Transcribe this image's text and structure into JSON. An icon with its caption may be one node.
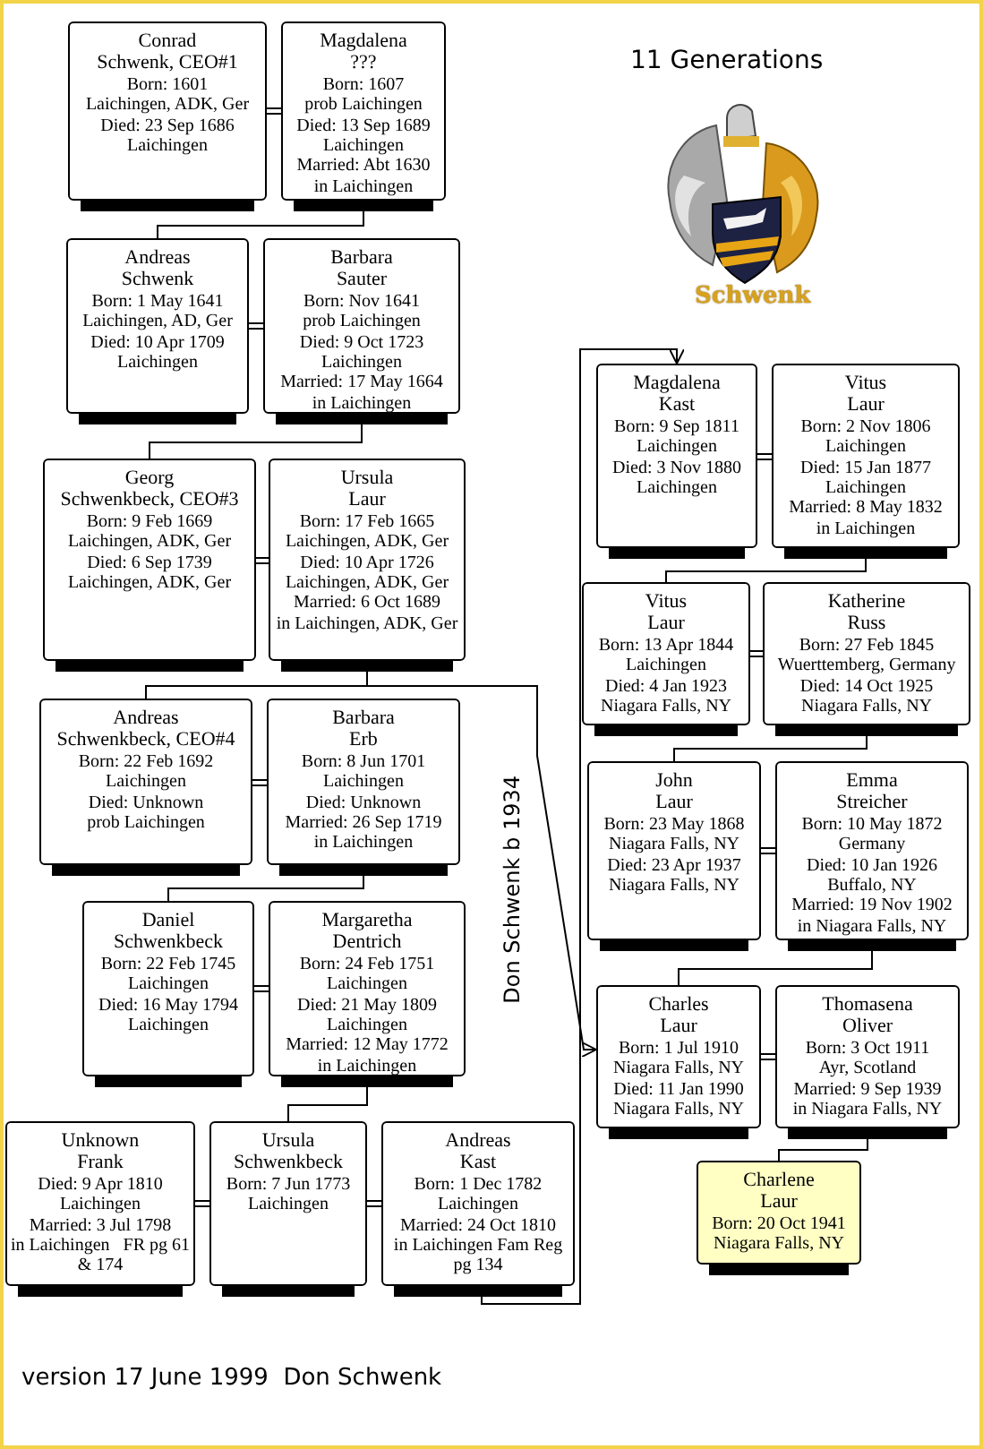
{
  "diagram": {
    "title": "11 Generations",
    "caption": "version 17 June 1999  Don Schwenk",
    "nodes": [
      {
        "text": [
          "Conrad",
          "Schwenk, CEO#1",
          "Born: 1601",
          "Laichingen, ADK, Ger",
          "Died: 23 Sep 1686",
          "Laichingen"
        ]
      },
      {
        "text": [
          "Magdalena",
          "???",
          "Born: 1607",
          "prob Laichingen",
          "Died: 13 Sep 1689",
          "Laichingen",
          "Married: Abt 1630",
          "in Laichingen"
        ]
      },
      {
        "text": [
          "Andreas",
          "Schwenk",
          "Born: 1 May 1641",
          "Laichingen, AD, Ger",
          "Died: 10 Apr 1709",
          "Laichingen"
        ]
      },
      {
        "text": [
          "Barbara",
          "Sauter",
          "Born: Nov 1641",
          "prob Laichingen",
          "Died: 9 Oct 1723",
          "Laichingen",
          "Married: 17 May 1664",
          "in Laichingen"
        ]
      },
      {
        "text": [
          "Georg",
          "Schwenkbeck, CEO#3",
          "Born: 9 Feb 1669",
          "Laichingen, ADK, Ger",
          "Died: 6 Sep 1739",
          "Laichingen, ADK, Ger"
        ]
      },
      {
        "text": [
          "Ursula",
          "Laur",
          "Born: 17 Feb 1665",
          "Laichingen, ADK, Ger",
          "Died: 10 Apr 1726",
          "Laichingen, ADK, Ger",
          "Married: 6 Oct 1689",
          "in Laichingen, ADK, Ger"
        ]
      },
      {
        "text": [
          "Andreas",
          "Schwenkbeck, CEO#4",
          "Born: 22 Feb 1692",
          "Laichingen",
          "Died: Unknown",
          "prob Laichingen"
        ]
      },
      {
        "text": [
          "Barbara",
          "Erb",
          "Born: 8 Jun 1701",
          "Laichingen",
          "Died: Unknown",
          "Married: 26 Sep 1719",
          "in Laichingen"
        ]
      },
      {
        "text": [
          "Daniel",
          "Schwenkbeck",
          "Born: 22 Feb 1745",
          "Laichingen",
          "Died: 16 May 1794",
          "Laichingen"
        ]
      },
      {
        "text": [
          "Margaretha",
          "Dentrich",
          "Born: 24 Feb 1751",
          "Laichingen",
          "Died: 21 May 1809",
          "Laichingen",
          "Married: 12 May 1772",
          "in Laichingen"
        ]
      },
      {
        "text": [
          "Unknown",
          "Frank",
          "Died: 9 Apr 1810",
          "Laichingen",
          "Married: 3 Jul 1798",
          "in Laichingen   FR pg 61 & 174"
        ]
      },
      {
        "text": [
          "Ursula",
          "Schwenkbeck",
          "Born: 7 Jun 1773",
          "Laichingen"
        ]
      },
      {
        "text": [
          "Andreas",
          "Kast",
          "Born: 1 Dec 1782",
          "Laichingen",
          "Married: 24 Oct 1810",
          "in Laichingen Fam Reg pg 134"
        ]
      },
      {
        "text": [
          "Magdalena",
          "Kast",
          "Born: 9 Sep 1811",
          "Laichingen",
          "Died: 3 Nov 1880",
          "Laichingen"
        ]
      },
      {
        "text": [
          "Vitus",
          "Laur",
          "Born: 2 Nov 1806",
          "Laichingen",
          "Died: 15 Jan 1877",
          "Laichingen",
          "Married: 8 May 1832",
          "in Laichingen"
        ]
      },
      {
        "text": [
          "Vitus",
          "Laur",
          "Born: 13 Apr 1844",
          "Laichingen",
          "Died: 4 Jan 1923",
          "Niagara Falls, NY"
        ]
      },
      {
        "text": [
          "Katherine",
          "Russ",
          "Born: 27 Feb 1845",
          "Wuerttemberg, Germany",
          "Died: 14 Oct 1925",
          "Niagara Falls, NY"
        ]
      },
      {
        "text": [
          "John",
          "Laur",
          "Born: 23 May 1868",
          "Niagara Falls, NY",
          "Died: 23 Apr 1937",
          "Niagara Falls, NY"
        ]
      },
      {
        "text": [
          "Emma",
          "Streicher",
          "Born: 10 May 1872",
          "Germany",
          "Died: 10 Jan 1926",
          "Buffalo, NY",
          "Married: 19 Nov 1902",
          "in Niagara Falls, NY"
        ]
      },
      {
        "text": [
          "Charles",
          "Laur",
          "Born: 1 Jul 1910",
          "Niagara Falls, NY",
          "Died: 11 Jan 1990",
          "Niagara Falls, NY"
        ]
      },
      {
        "text": [
          "Thomasena",
          "Oliver",
          "Born: 3 Oct 1911",
          "Ayr, Scotland",
          "Married: 9 Sep 1939",
          "in Niagara Falls, NY"
        ]
      },
      {
        "text": [
          "Charlene",
          "Laur",
          "Born: 20 Oct 1941",
          "Niagara Falls, NY"
        ]
      }
    ],
    "edges": [
      {
        "from": 0,
        "to": 1,
        "arrow": "none"
      },
      {
        "from": 1,
        "to": 2,
        "arrow": "none"
      },
      {
        "from": 2,
        "to": 3,
        "arrow": "none"
      },
      {
        "from": 3,
        "to": 4,
        "arrow": "none"
      },
      {
        "from": 4,
        "to": 5,
        "arrow": "none"
      },
      {
        "from": 5,
        "to": 6,
        "arrow": "none"
      },
      {
        "from": 5,
        "to": 19,
        "arrow": "to",
        "label": "Don Schwenk b 1934"
      },
      {
        "from": 6,
        "to": 7,
        "arrow": "none"
      },
      {
        "from": 7,
        "to": 8,
        "arrow": "none"
      },
      {
        "from": 8,
        "to": 9,
        "arrow": "none"
      },
      {
        "from": 9,
        "to": 11,
        "arrow": "none"
      },
      {
        "from": 10,
        "to": 11,
        "arrow": "none"
      },
      {
        "from": 11,
        "to": 12,
        "arrow": "none"
      },
      {
        "from": 12,
        "to": 13,
        "arrow": "to"
      },
      {
        "from": 13,
        "to": 14,
        "arrow": "none"
      },
      {
        "from": 14,
        "to": 15,
        "arrow": "none"
      },
      {
        "from": 15,
        "to": 16,
        "arrow": "none"
      },
      {
        "from": 16,
        "to": 17,
        "arrow": "none"
      },
      {
        "from": 17,
        "to": 18,
        "arrow": "none"
      },
      {
        "from": 18,
        "to": 19,
        "arrow": "none"
      },
      {
        "from": 19,
        "to": 20,
        "arrow": "none"
      },
      {
        "from": 20,
        "to": 21,
        "arrow": "none"
      }
    ],
    "labels": [
      "Schwenk"
    ]
  }
}
